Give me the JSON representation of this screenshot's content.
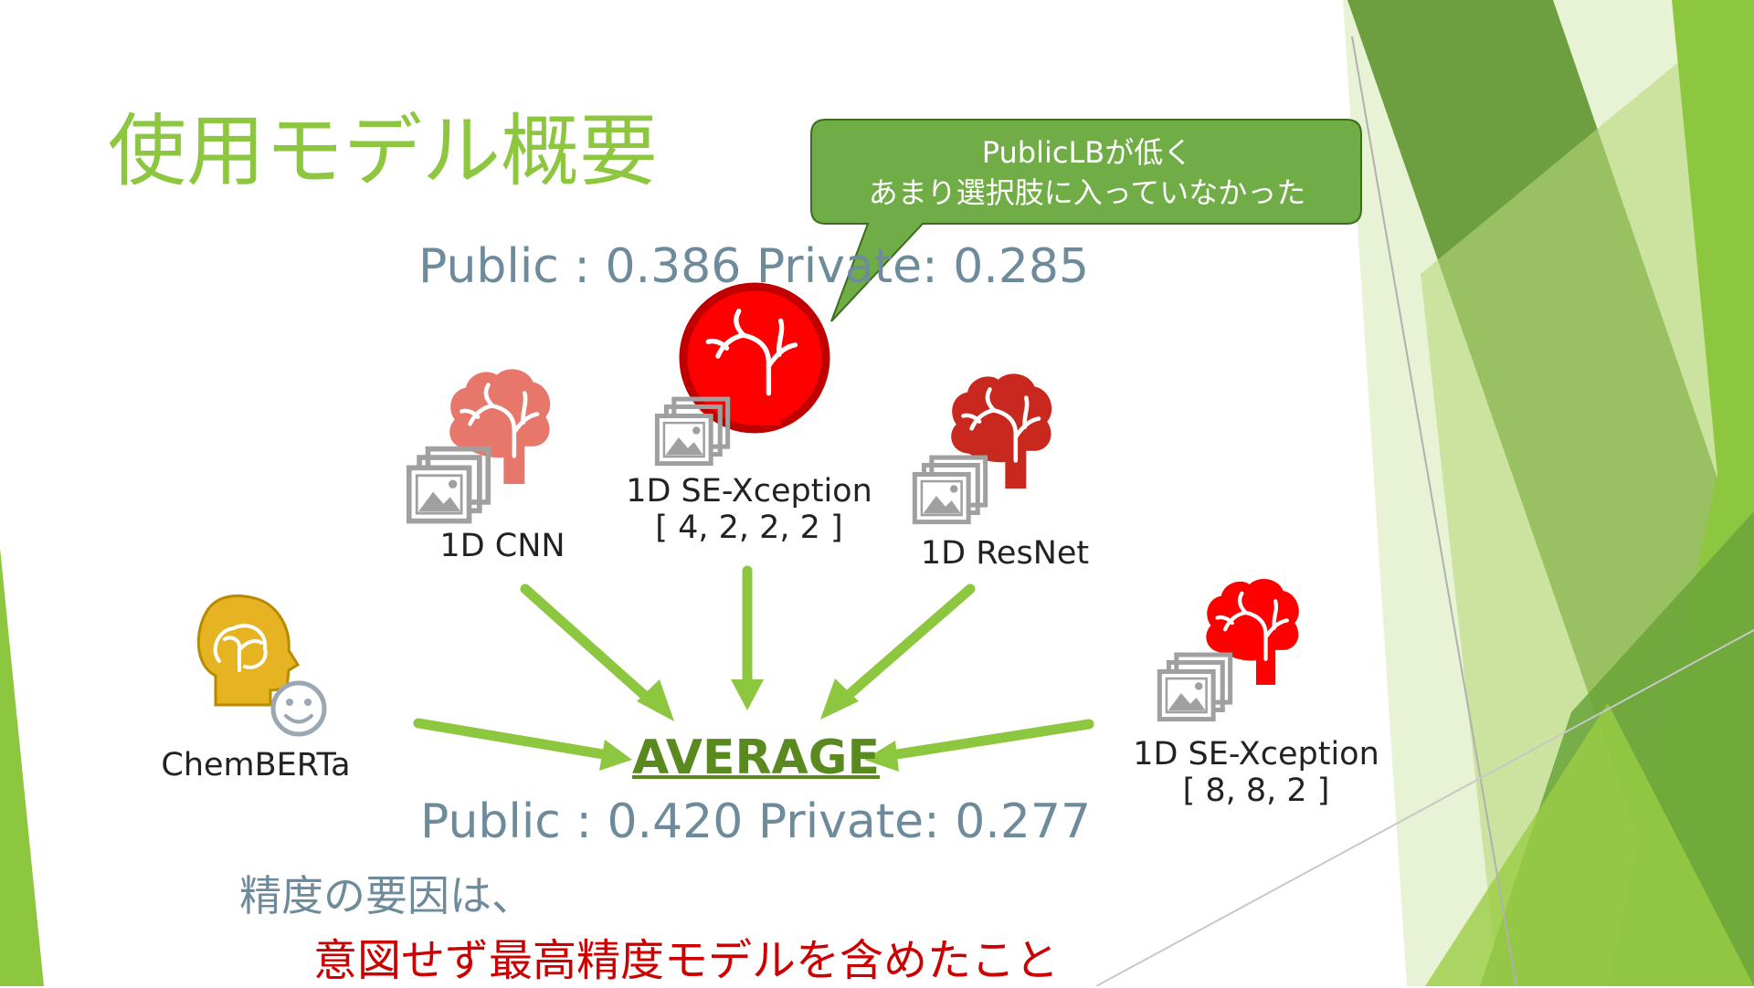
{
  "slide": {
    "title": "使用モデル概要",
    "callout": {
      "line1": "PublicLBが低く",
      "line2": "あまり選択肢に入っていなかった"
    },
    "score_top": "Public : 0.386 Private: 0.285",
    "score_bottom": "Public : 0.420 Private: 0.277",
    "average_label": "AVERAGE",
    "models": [
      {
        "name": "ChemBERTa"
      },
      {
        "name": "1D CNN"
      },
      {
        "name": "1D SE-Xception",
        "params": "[ 4, 2, 2, 2 ]"
      },
      {
        "name": "1D ResNet"
      },
      {
        "name": "1D SE-Xception",
        "params": "[ 8, 8, 2 ]"
      }
    ],
    "conclusion": {
      "line1": "精度の要因は、",
      "line2": "意図せず最高精度モデルを含めたこと"
    }
  },
  "icons": [
    "brain-icon",
    "images-icon",
    "head-brain-icon",
    "smiley-icon",
    "arrow-icon"
  ],
  "colors": {
    "title": "#8dc63f",
    "score": "#6e8b9b",
    "brain_salmon": "#e8776b",
    "brain_red": "#ff0000",
    "brain_darkred": "#c8281e",
    "highlight_circle": "#c00000",
    "arrow": "#8dc63f",
    "callout_fill": "#70ad47",
    "average": "#5a8a1f",
    "emphasis": "#cc0000",
    "head_gold": "#e6b422"
  }
}
